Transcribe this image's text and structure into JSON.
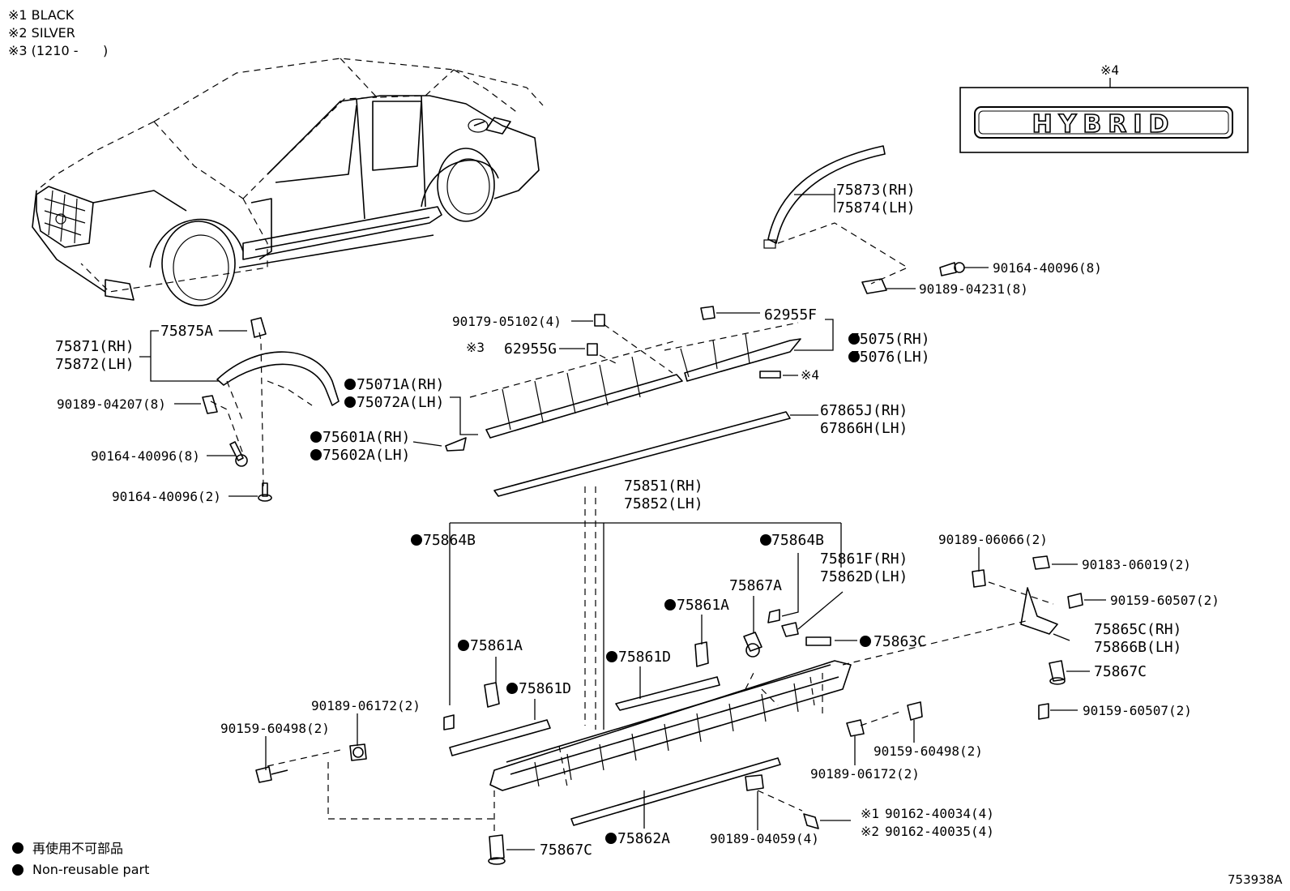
{
  "header_notes": [
    "※1 BLACK",
    "※2 SILVER",
    "※3 (1210 -      )"
  ],
  "emblem": {
    "ref": "※4",
    "text": "HYBRID"
  },
  "callouts": {
    "p75873": "75873(RH)",
    "p75874": "75874(LH)",
    "p90164_8a": "90164-40096(8)",
    "p90189_04231": "90189-04231(8)",
    "p75871": "75871(RH)",
    "p75872": "75872(LH)",
    "p75875A": "75875A",
    "p90179": "90179-05102(4)",
    "p62955G_ref": "※3",
    "p62955G": "62955G",
    "p62955F": "62955F",
    "p75075": "75075(RH)",
    "p75076": "75076(LH)",
    "ref4": "※4",
    "p75071A": "75071A(RH)",
    "p75072A": "75072A(LH)",
    "p67865J": "67865J(RH)",
    "p67866H": "67866H(LH)",
    "p90189_04207": "90189-04207(8)",
    "p75601A": "75601A(RH)",
    "p75602A": "75602A(LH)",
    "p90164_8b": "90164-40096(8)",
    "p90164_2": "90164-40096(2)",
    "p75851": "75851(RH)",
    "p75852": "75852(LH)",
    "p75864B_l": "75864B",
    "p75864B_r": "75864B",
    "p75861F": "75861F(RH)",
    "p75862D": "75862D(LH)",
    "p75867A": "75867A",
    "p75861A_r": "75861A",
    "p75861D_r": "75861D",
    "p75863C": "75863C",
    "p75861A_l": "75861A",
    "p75861D_l": "75861D",
    "p90189_06066": "90189-06066(2)",
    "p90183_06019": "90183-06019(2)",
    "p90159_60507a": "90159-60507(2)",
    "p75865C": "75865C(RH)",
    "p75866B": "75866B(LH)",
    "p75867C_r": "75867C",
    "p90159_60507b": "90159-60507(2)",
    "p90189_06172_l": "90189-06172(2)",
    "p90159_60498_l": "90159-60498(2)",
    "p90159_60498_r": "90159-60498(2)",
    "p90189_06172_r": "90189-06172(2)",
    "p90162_40034_ref": "※1",
    "p90162_40034": "90162-40034(4)",
    "p90162_40035_ref": "※2",
    "p90162_40035": "90162-40035(4)",
    "p90189_04059": "90189-04059(4)",
    "p75862A": "75862A",
    "p75867C_b": "75867C"
  },
  "legend": {
    "line1": "再使用不可部品",
    "line2": "Non-reusable part"
  },
  "diagram_id": "753938A"
}
